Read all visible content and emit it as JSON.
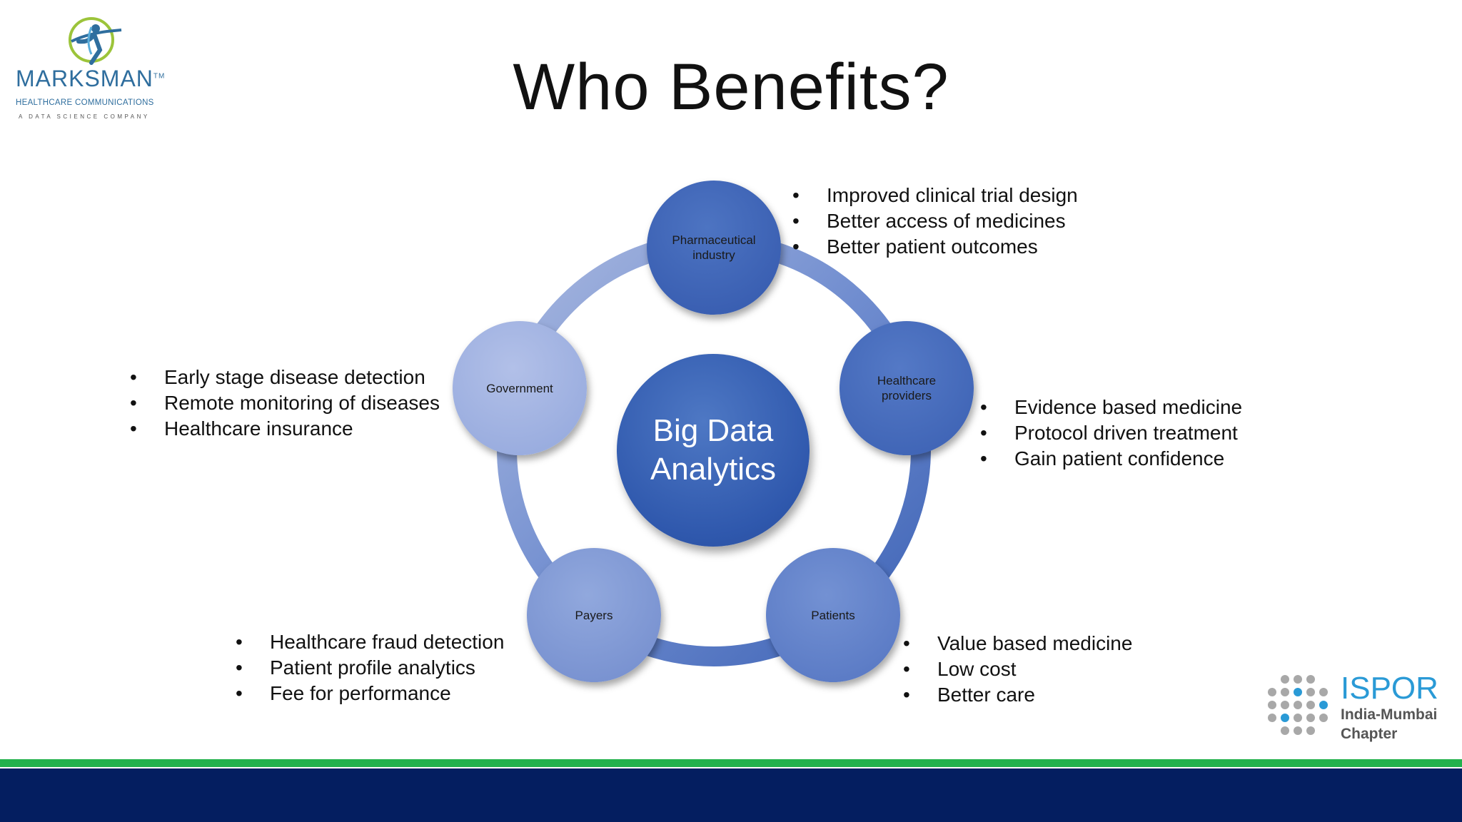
{
  "title": "Who Benefits?",
  "logo_left": {
    "brand": "MARKSMAN",
    "trademark": "TM",
    "subtitle": "HEALTHCARE COMMUNICATIONS",
    "tagline": "A DATA SCIENCE COMPANY",
    "icon": "archer-logo-icon"
  },
  "center": {
    "label": "Big Data\nAnalytics"
  },
  "nodes": [
    {
      "id": "pharma",
      "label": "Pharmaceutical\nindustry"
    },
    {
      "id": "providers",
      "label": "Healthcare\nproviders"
    },
    {
      "id": "patients",
      "label": "Patients"
    },
    {
      "id": "payers",
      "label": "Payers"
    },
    {
      "id": "government",
      "label": "Government"
    }
  ],
  "lists": {
    "pharma": [
      "Improved clinical trial design",
      "Better access of medicines",
      "Better patient outcomes"
    ],
    "providers": [
      "Evidence based medicine",
      "Protocol driven treatment",
      "Gain patient confidence"
    ],
    "patients": [
      "Value based medicine",
      "Low cost",
      "Better care"
    ],
    "payers": [
      "Healthcare fraud detection",
      "Patient profile analytics",
      "Fee for performance"
    ],
    "government": [
      "Early stage disease detection",
      "Remote monitoring of diseases",
      "Healthcare insurance"
    ]
  },
  "logo_right": {
    "brand": "ISPOR",
    "chapter": "India-Mumbai\nChapter",
    "icon": "dot-grid-logo-icon"
  },
  "colors": {
    "footer_green": "#22b14c",
    "footer_navy": "#041e60",
    "center_blue": "#2f58ad",
    "ispor_blue": "#2a9ad6"
  }
}
